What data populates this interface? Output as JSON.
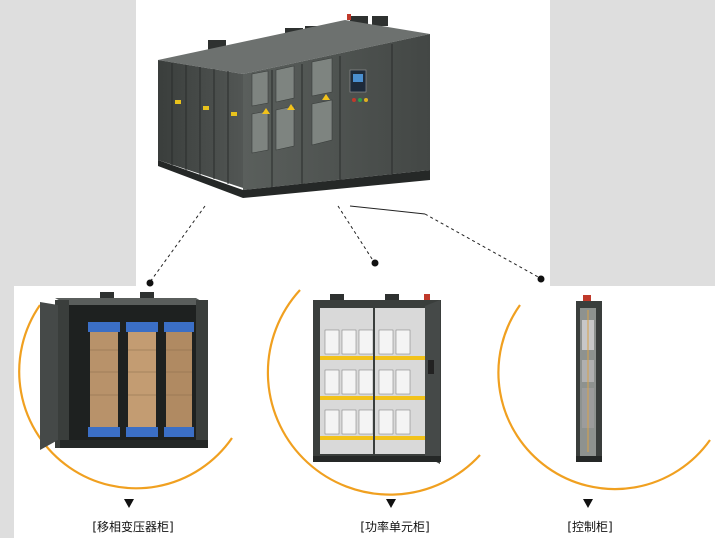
{
  "captions": {
    "transformer": "[移相变压器柜]",
    "power_unit": "[功率单元柜]",
    "control": "[控制柜]"
  },
  "colors": {
    "cabinet": "#4a4e4c",
    "cabinet_dark": "#2e3130",
    "arc": "#f0a020",
    "copper": "#b8926a",
    "blue": "#3b6fc6",
    "yellow": "#f2c21b"
  }
}
